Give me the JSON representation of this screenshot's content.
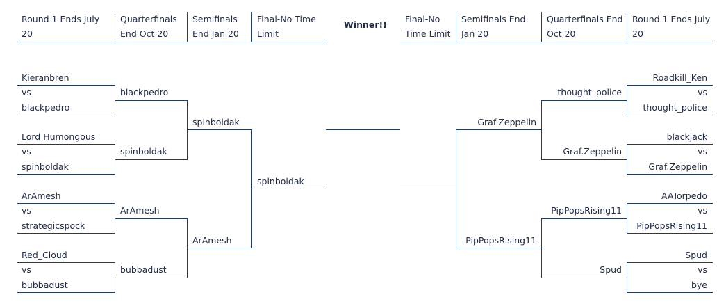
{
  "headers": {
    "left": [
      "Round 1 Ends July 20",
      "Quarterfinals End Oct 20",
      "Semifinals End Jan 20",
      "Final-No Time Limit"
    ],
    "center": "Winner!!",
    "right": [
      "Final-No Time Limit",
      "Semifinals End Jan 20",
      "Quarterfinals End Oct 20",
      "Round 1 Ends July 20"
    ]
  },
  "left": {
    "round1": [
      {
        "top": "Kieranbren",
        "vs": "vs",
        "bottom": "blackpedro"
      },
      {
        "top": "Lord Humongous",
        "vs": "vs",
        "bottom": "spinboldak"
      },
      {
        "top": "ArAmesh",
        "vs": "vs",
        "bottom": "strategicspock"
      },
      {
        "top": "Red_Cloud",
        "vs": "vs",
        "bottom": "bubbadust"
      }
    ],
    "quarterfinals": [
      "blackpedro",
      "spinboldak",
      "ArAmesh",
      "bubbadust"
    ],
    "semifinals": [
      "spinboldak",
      "ArAmesh"
    ],
    "final": "spinboldak"
  },
  "right": {
    "round1": [
      {
        "top": "Roadkill_Ken",
        "vs": "vs",
        "bottom": "thought_police"
      },
      {
        "top": "blackjack",
        "vs": "vs",
        "bottom": "Graf.Zeppelin"
      },
      {
        "top": "AATorpedo",
        "vs": "vs",
        "bottom": "PipPopsRising11"
      },
      {
        "top": "Spud",
        "vs": "vs",
        "bottom": "bye"
      }
    ],
    "quarterfinals": [
      "thought_police",
      "Graf.Zeppelin",
      "PipPopsRising11",
      "Spud"
    ],
    "semifinals": [
      "Graf.Zeppelin",
      "PipPopsRising11"
    ],
    "final": ""
  }
}
